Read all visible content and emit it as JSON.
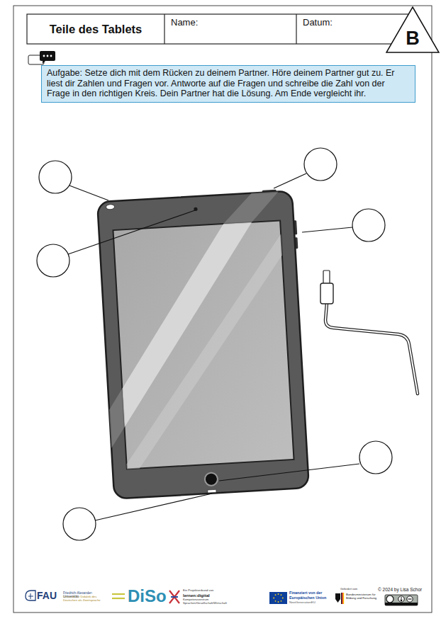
{
  "diagram": {
    "title": "Teile des Tablets",
    "nodes": [
      {
        "text": [
          "Name:"
        ]
      },
      {
        "text": [
          "Datum:"
        ]
      },
      {
        "text": [
          "B"
        ]
      },
      {
        "text": [
          "Aufgabe: Setze dich mit dem Rücken zu deinem Partner. Höre deinem Partner gut zu. Er liest dir Zahlen und Fragen vor. Antworte auf die Fragen und schreibe die Zahl von der Frage in den richtigen Kreis. Dein Partner hat die Lösung. Am Ende vergleicht ihr."
        ]
      }
    ],
    "edges": [],
    "labels": [
      "FAU",
      "Friedrich-Alexander-Universität",
      "Lehrstuhl für Didaktik des Deutschen als Zweitsprache",
      "DiSo",
      "Ein Projektverbund von",
      "lernen:digital",
      "Kompetenzzentrum",
      "Sprachen/Gesellschaft/Wirtschaft",
      "Finanziert von der",
      "Europäischen Union",
      "NextGenerationEU",
      "Gefördert vom",
      "Bundesministerium für Bildung und Forschung",
      "© 2024 by Lisa Schor"
    ]
  }
}
